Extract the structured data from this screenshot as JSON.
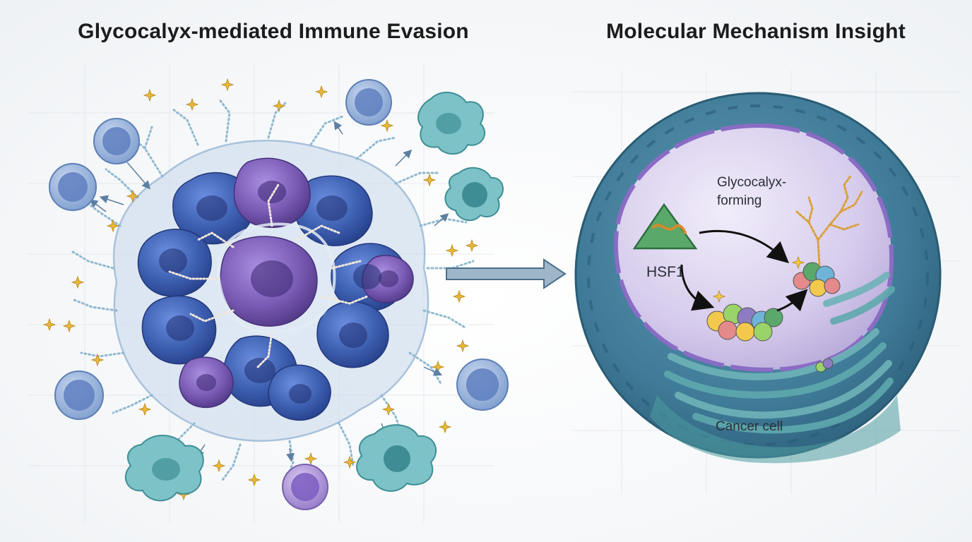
{
  "titles": {
    "left": "Glycocalyx-mediated Immune Evasion",
    "right": "Molecular Mechanism Insight"
  },
  "labels": {
    "glycocalyx_line1": "Glycocalyx-",
    "glycocalyx_line2": "forming",
    "hsf1": "HSF1",
    "cancer_cell": "Cancer cell"
  },
  "colors": {
    "tumor_blue": "#3d5fb0",
    "tumor_purple": "#7a5bb5",
    "glycocalyx_chain": "#7fb6cf",
    "immune_teal": "#4fa3a8",
    "immune_blue": "#6b8fc4",
    "star_gold": "#e8b83a",
    "cell_membrane": "#2f6e8c",
    "nucleus": "#d4cbea",
    "er": "#5fa9ae",
    "hsf1_green": "#5aa86a",
    "arrow": "#4a6f8c"
  }
}
